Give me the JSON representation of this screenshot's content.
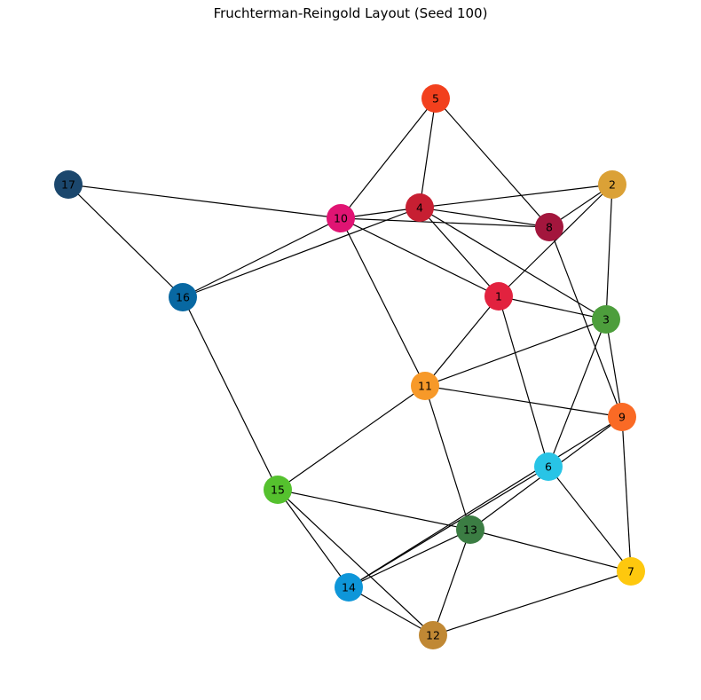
{
  "title": "Fruchterman-Reingold Layout (Seed 100)",
  "graph": {
    "nodes": [
      {
        "id": "1",
        "color": "#e2223f"
      },
      {
        "id": "2",
        "color": "#dba136"
      },
      {
        "id": "3",
        "color": "#4d9e3c"
      },
      {
        "id": "4",
        "color": "#c71f32"
      },
      {
        "id": "5",
        "color": "#f2401d"
      },
      {
        "id": "6",
        "color": "#28c4e6"
      },
      {
        "id": "7",
        "color": "#fec80e"
      },
      {
        "id": "8",
        "color": "#a3163d"
      },
      {
        "id": "9",
        "color": "#fa6a25"
      },
      {
        "id": "10",
        "color": "#e01473"
      },
      {
        "id": "11",
        "color": "#f79929"
      },
      {
        "id": "12",
        "color": "#c08834"
      },
      {
        "id": "13",
        "color": "#3b7d43"
      },
      {
        "id": "14",
        "color": "#0e96d9"
      },
      {
        "id": "15",
        "color": "#55c12e"
      },
      {
        "id": "16",
        "color": "#0868a2"
      },
      {
        "id": "17",
        "color": "#1b476d"
      }
    ],
    "edges": [
      [
        "17",
        "10"
      ],
      [
        "17",
        "16"
      ],
      [
        "16",
        "10"
      ],
      [
        "16",
        "4"
      ],
      [
        "16",
        "15"
      ],
      [
        "5",
        "10"
      ],
      [
        "5",
        "4"
      ],
      [
        "5",
        "8"
      ],
      [
        "10",
        "4"
      ],
      [
        "10",
        "8"
      ],
      [
        "10",
        "1"
      ],
      [
        "10",
        "11"
      ],
      [
        "4",
        "2"
      ],
      [
        "4",
        "8"
      ],
      [
        "4",
        "1"
      ],
      [
        "4",
        "3"
      ],
      [
        "2",
        "1"
      ],
      [
        "2",
        "8"
      ],
      [
        "2",
        "3"
      ],
      [
        "8",
        "9"
      ],
      [
        "1",
        "3"
      ],
      [
        "1",
        "11"
      ],
      [
        "1",
        "6"
      ],
      [
        "3",
        "11"
      ],
      [
        "3",
        "9"
      ],
      [
        "3",
        "6"
      ],
      [
        "11",
        "9"
      ],
      [
        "11",
        "15"
      ],
      [
        "11",
        "13"
      ],
      [
        "9",
        "7"
      ],
      [
        "9",
        "14"
      ],
      [
        "9",
        "13"
      ],
      [
        "6",
        "14"
      ],
      [
        "6",
        "7"
      ],
      [
        "15",
        "13"
      ],
      [
        "15",
        "14"
      ],
      [
        "15",
        "12"
      ],
      [
        "13",
        "7"
      ],
      [
        "13",
        "14"
      ],
      [
        "13",
        "12"
      ],
      [
        "14",
        "12"
      ],
      [
        "12",
        "7"
      ]
    ]
  }
}
